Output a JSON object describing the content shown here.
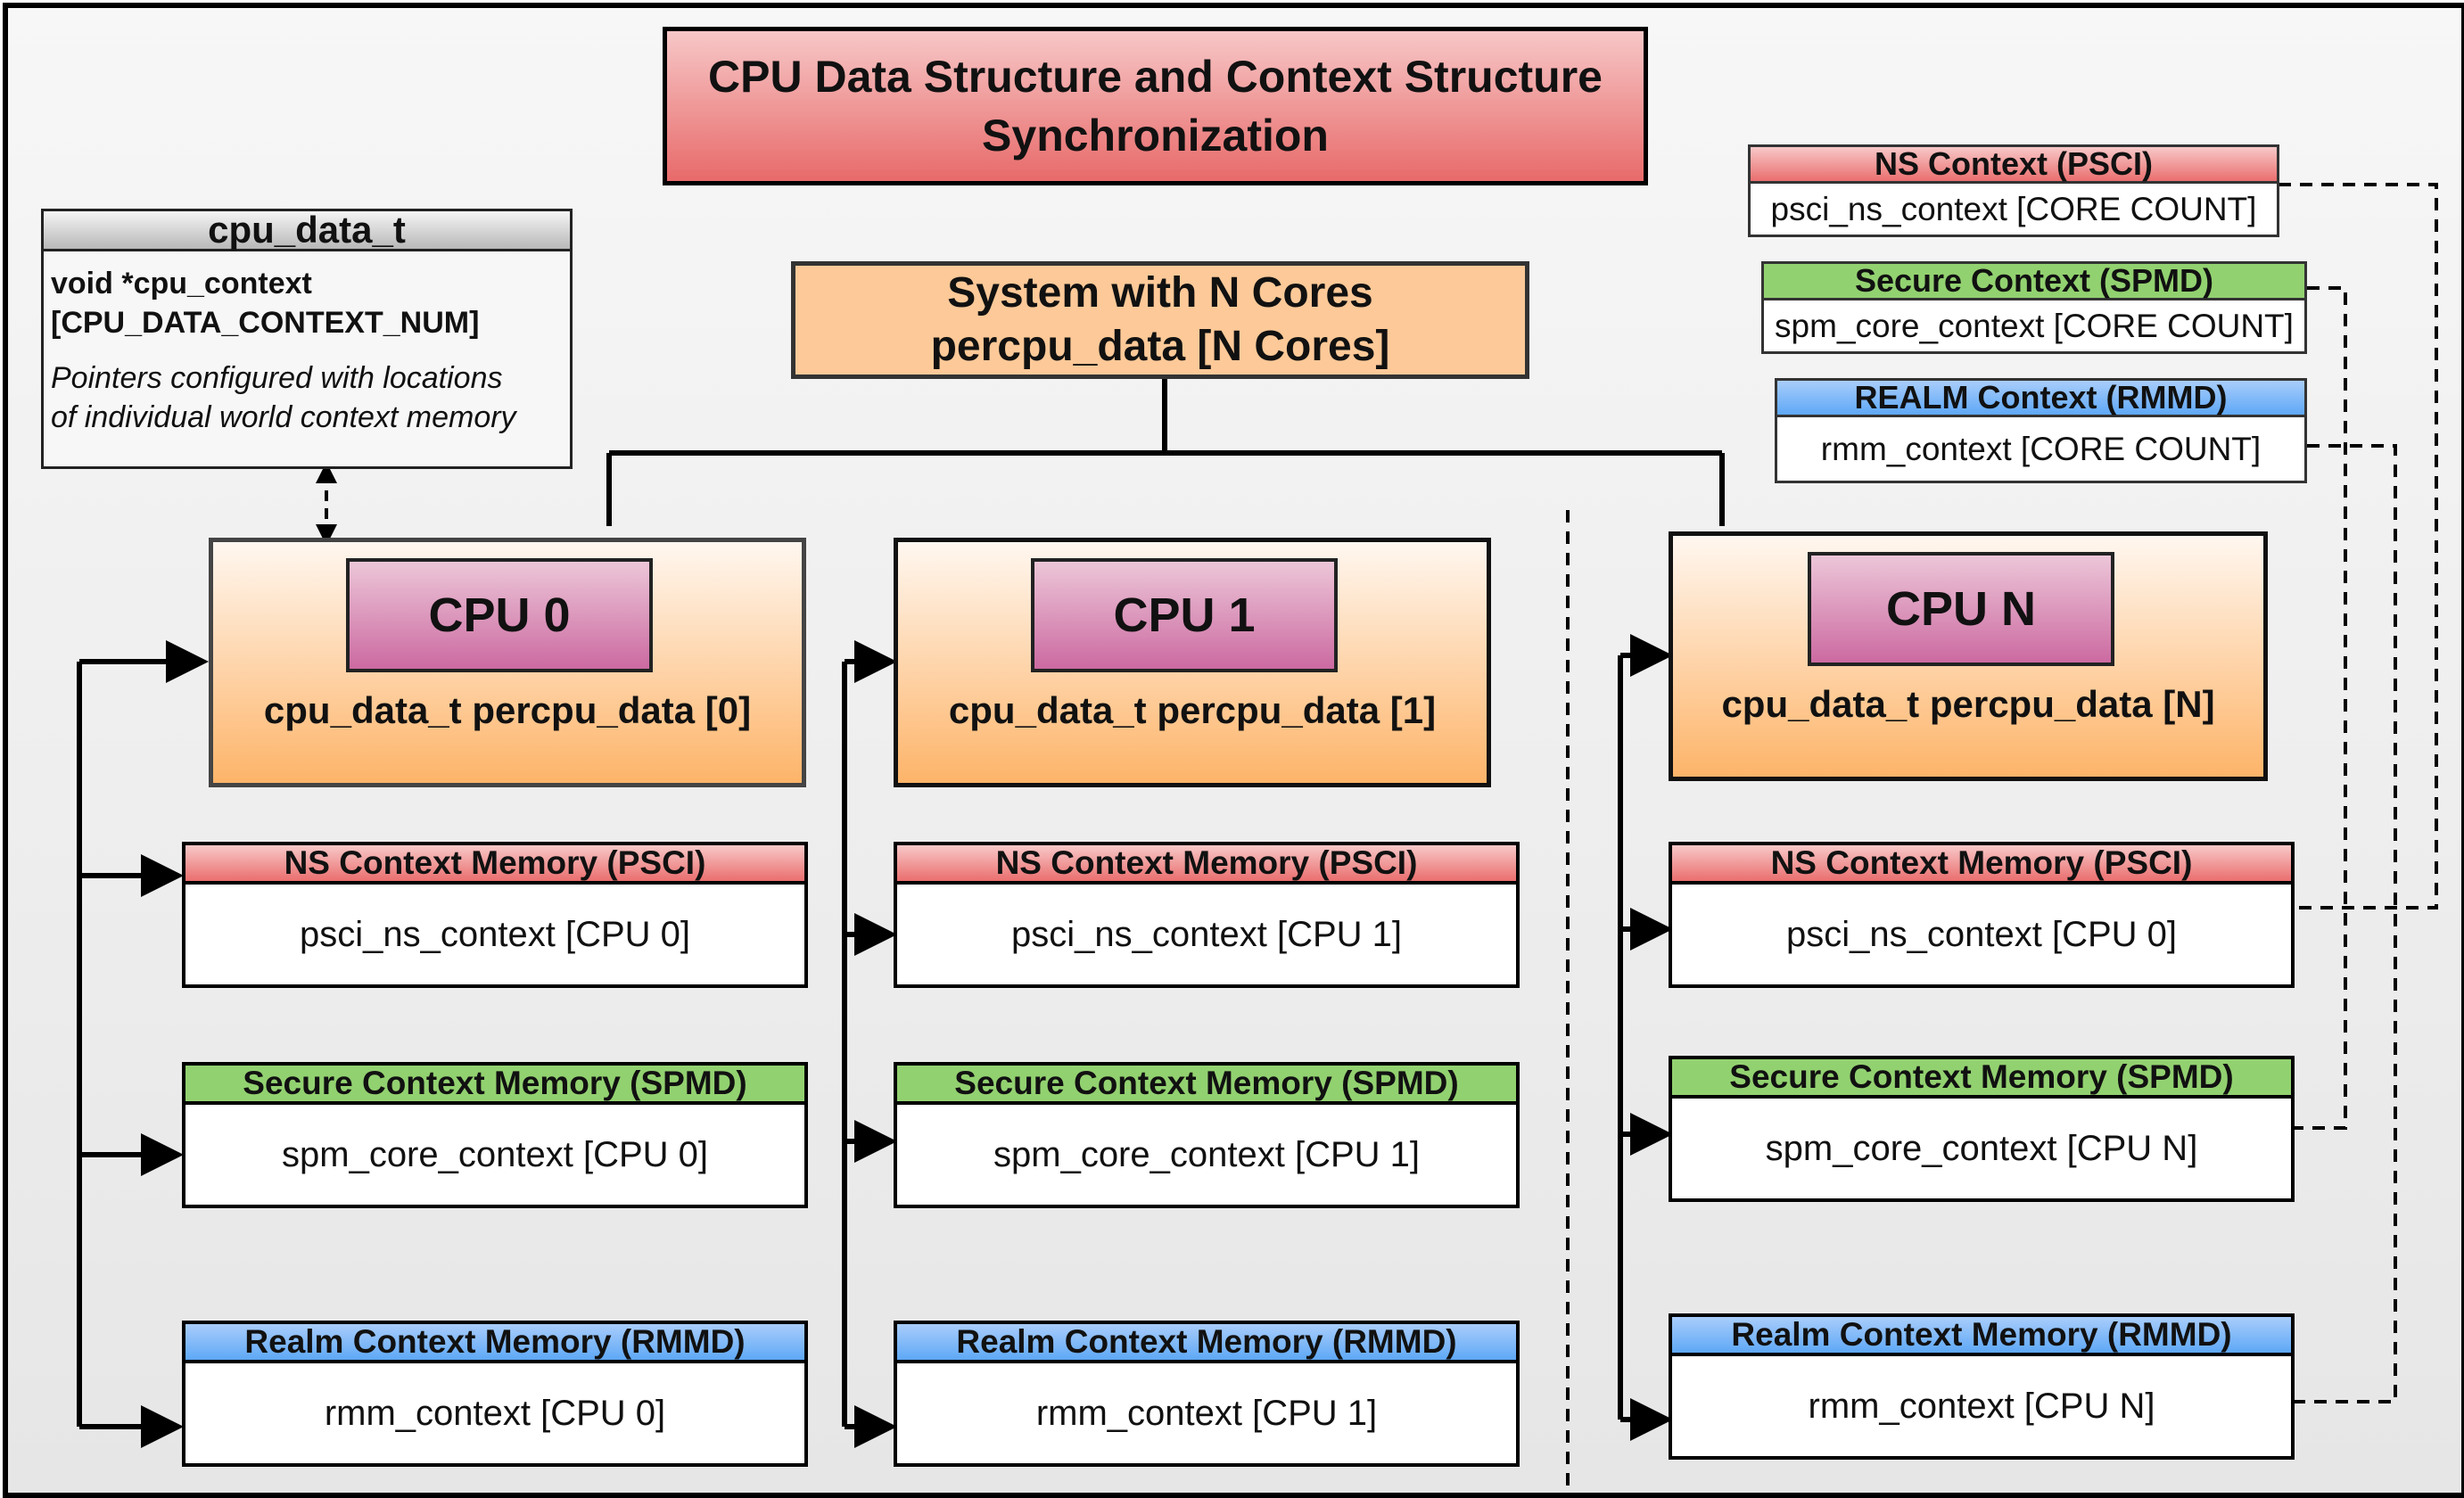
{
  "title": {
    "line1": "CPU Data Structure and Context Structure",
    "line2": "Synchronization"
  },
  "system": {
    "line1": "System with N Cores",
    "line2": "percpu_data [N Cores]"
  },
  "cpu_data_t": {
    "header": "cpu_data_t",
    "field_line1": "void  *cpu_context",
    "field_line2": "[CPU_DATA_CONTEXT_NUM]",
    "note_line1": "Pointers configured with locations",
    "note_line2": "of individual world context memory"
  },
  "cpus": [
    {
      "label": "CPU 0",
      "array": "cpu_data_t percpu_data [0]",
      "ns": {
        "header": "NS Context Memory (PSCI)",
        "value": "psci_ns_context [CPU 0]"
      },
      "secure": {
        "header": "Secure Context Memory (SPMD)",
        "value": "spm_core_context [CPU 0]"
      },
      "realm": {
        "header": "Realm Context Memory (RMMD)",
        "value": "rmm_context [CPU 0]"
      }
    },
    {
      "label": "CPU 1",
      "array": "cpu_data_t percpu_data [1]",
      "ns": {
        "header": "NS Context Memory (PSCI)",
        "value": "psci_ns_context [CPU 1]"
      },
      "secure": {
        "header": "Secure Context Memory (SPMD)",
        "value": "spm_core_context [CPU 1]"
      },
      "realm": {
        "header": "Realm Context Memory (RMMD)",
        "value": "rmm_context [CPU 1]"
      }
    },
    {
      "label": "CPU N",
      "array": "cpu_data_t percpu_data [N]",
      "ns": {
        "header": "NS Context Memory (PSCI)",
        "value": "psci_ns_context [CPU 0]"
      },
      "secure": {
        "header": "Secure Context Memory (SPMD)",
        "value": "spm_core_context [CPU N]"
      },
      "realm": {
        "header": "Realm Context Memory (RMMD)",
        "value": "rmm_context [CPU N]"
      }
    }
  ],
  "legend": {
    "ns": {
      "header": "NS Context  (PSCI)",
      "value": "psci_ns_context [CORE COUNT]"
    },
    "secure": {
      "header": "Secure Context (SPMD)",
      "value": "spm_core_context [CORE COUNT]"
    },
    "realm": {
      "header": "REALM Context (RMMD)",
      "value": "rmm_context [CORE COUNT]"
    }
  },
  "colors": {
    "ns": "#ea6e6e",
    "secure": "#92d170",
    "realm": "#5ea8f6",
    "cpu_box": "#fdb469",
    "cpu_label": "#cc6aa1",
    "title": "#e86a6a"
  }
}
